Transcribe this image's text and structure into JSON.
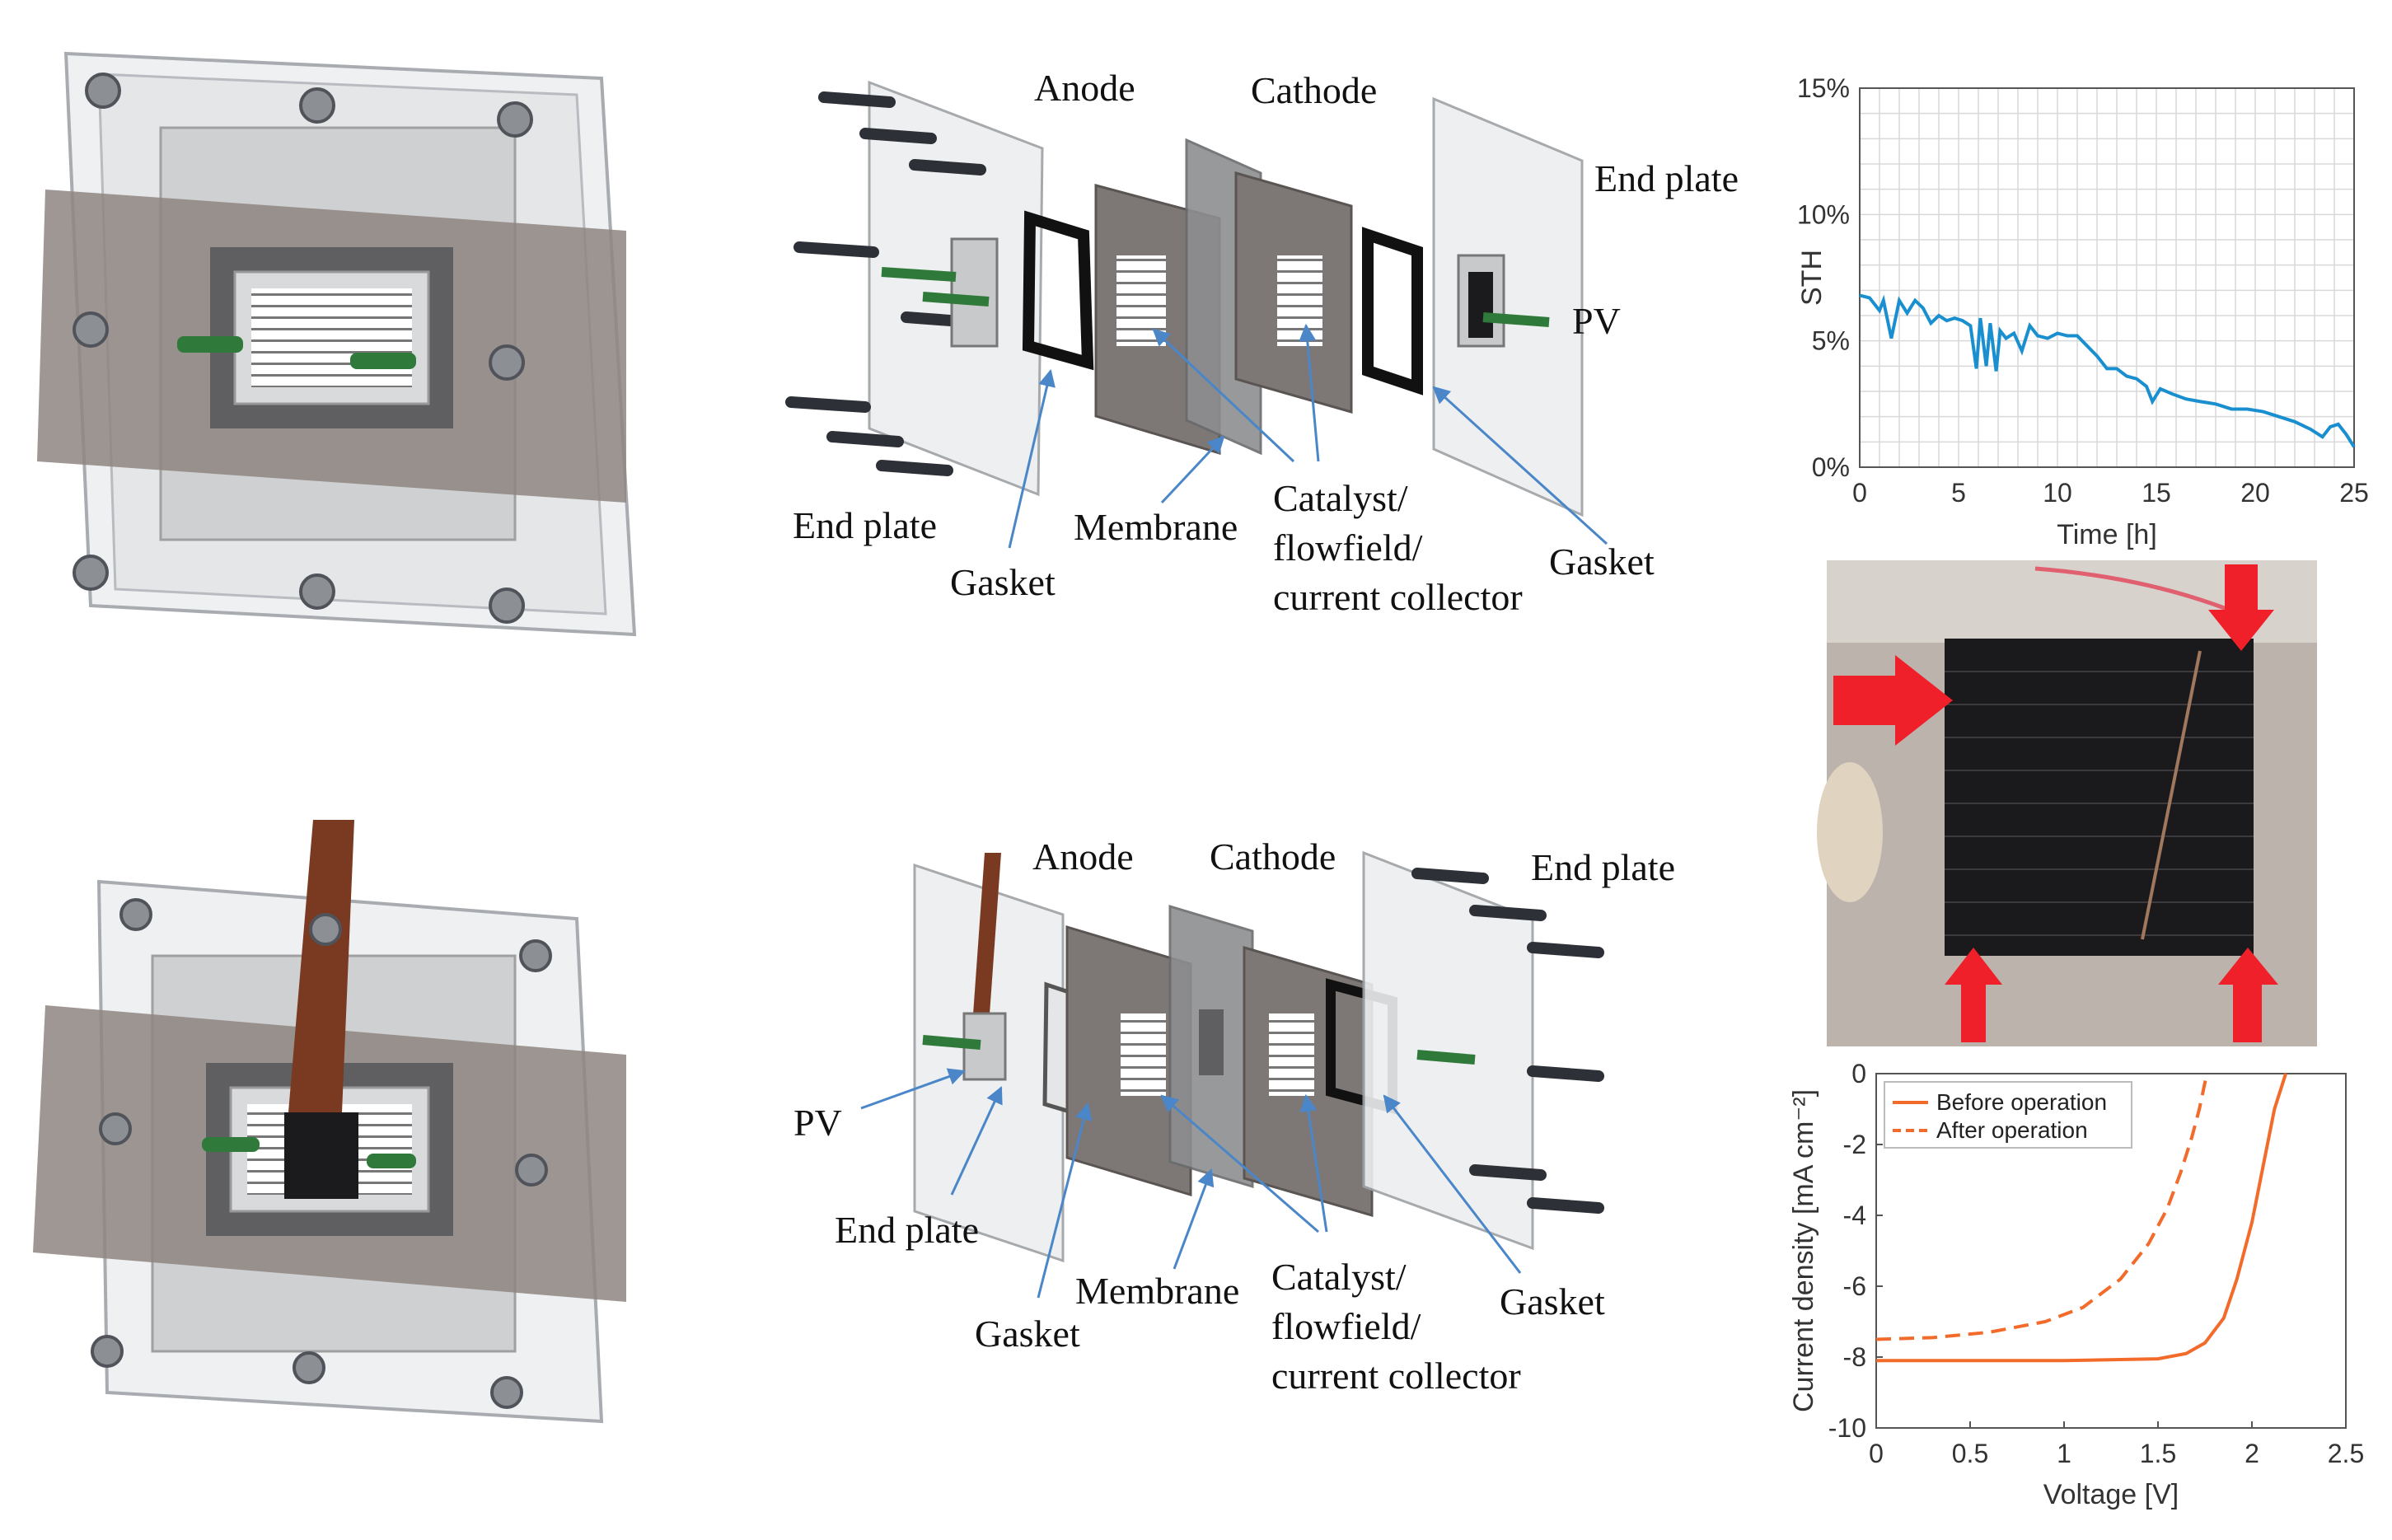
{
  "diagrams": {
    "top": {
      "anode": "Anode",
      "cathode": "Cathode",
      "end_plate_left": "End plate",
      "end_plate_right": "End plate",
      "pv": "PV",
      "gasket_left": "Gasket",
      "gasket_right": "Gasket",
      "membrane": "Membrane",
      "catalyst_1": "Catalyst/",
      "catalyst_2": "flowfield/",
      "catalyst_3": "current collector"
    },
    "bottom": {
      "anode": "Anode",
      "cathode": "Cathode",
      "end_plate_right": "End plate",
      "end_plate_left": "End plate",
      "pv": "PV",
      "gasket_left": "Gasket",
      "gasket_right": "Gasket",
      "membrane": "Membrane",
      "catalyst_1": "Catalyst/",
      "catalyst_2": "flowfield/",
      "catalyst_3": "current collector"
    }
  },
  "colors": {
    "sth_line": "#1a8fd0",
    "iv_line": "#f26b2a",
    "arrow_blue": "#4a86c8",
    "red_marker": "#f0202a",
    "grid": "#d8d8d8"
  },
  "chart_data": [
    {
      "type": "line",
      "xlabel": "Time [h]",
      "ylabel": "STH",
      "xlim": [
        0,
        25
      ],
      "ylim": [
        0,
        15
      ],
      "xticks": [
        "0",
        "5",
        "10",
        "15",
        "20",
        "25"
      ],
      "yticks": [
        "0%",
        "5%",
        "10%",
        "15%"
      ],
      "grid": true,
      "series": [
        {
          "x": [
            0,
            0.5,
            1.0,
            1.2,
            1.6,
            2.0,
            2.4,
            2.8,
            3.2,
            3.6,
            4.0,
            4.4,
            4.8,
            5.2,
            5.6,
            5.9,
            6.1,
            6.4,
            6.6,
            6.9,
            7.1,
            7.4,
            7.8,
            8.2,
            8.6,
            9.0,
            9.5,
            10.0,
            10.5,
            11.0,
            11.5,
            12.0,
            12.5,
            13.0,
            13.5,
            14.0,
            14.5,
            14.8,
            15.2,
            15.8,
            16.5,
            17.2,
            18.0,
            18.8,
            19.6,
            20.4,
            21.2,
            22.0,
            22.8,
            23.4,
            23.8,
            24.2,
            24.6,
            25.0
          ],
          "y": [
            6.8,
            6.7,
            6.2,
            6.6,
            5.1,
            6.6,
            6.1,
            6.6,
            6.3,
            5.7,
            6.0,
            5.8,
            5.9,
            5.8,
            5.6,
            3.9,
            5.9,
            4.0,
            5.7,
            3.8,
            5.4,
            5.1,
            5.3,
            4.6,
            5.6,
            5.2,
            5.1,
            5.3,
            5.2,
            5.2,
            4.8,
            4.4,
            3.9,
            3.9,
            3.6,
            3.5,
            3.2,
            2.6,
            3.1,
            2.9,
            2.7,
            2.6,
            2.5,
            2.3,
            2.3,
            2.2,
            2.0,
            1.8,
            1.5,
            1.2,
            1.6,
            1.7,
            1.3,
            0.8
          ]
        }
      ]
    },
    {
      "type": "line",
      "xlabel": "Voltage [V]",
      "ylabel": "Current density [mA cm⁻²]",
      "xlim": [
        0,
        2.5
      ],
      "ylim": [
        -10,
        0
      ],
      "xticks": [
        "0",
        "0.5",
        "1",
        "1.5",
        "2",
        "2.5"
      ],
      "yticks": [
        "0",
        "-2",
        "-4",
        "-6",
        "-8",
        "-10"
      ],
      "grid": false,
      "legend": "top-left",
      "series": [
        {
          "name": "Before operation",
          "style": "solid",
          "x": [
            0,
            0.5,
            1.0,
            1.5,
            1.65,
            1.75,
            1.85,
            1.92,
            2.0,
            2.06,
            2.12,
            2.18
          ],
          "y": [
            -8.1,
            -8.1,
            -8.1,
            -8.05,
            -7.9,
            -7.6,
            -6.9,
            -5.8,
            -4.2,
            -2.6,
            -1.0,
            0
          ]
        },
        {
          "name": "After operation",
          "style": "dashed",
          "x": [
            0,
            0.3,
            0.6,
            0.9,
            1.1,
            1.3,
            1.45,
            1.55,
            1.62,
            1.68,
            1.72,
            1.76
          ],
          "y": [
            -7.5,
            -7.45,
            -7.3,
            -7.0,
            -6.6,
            -5.8,
            -4.8,
            -3.8,
            -2.8,
            -1.8,
            -1.0,
            0
          ]
        }
      ]
    }
  ]
}
